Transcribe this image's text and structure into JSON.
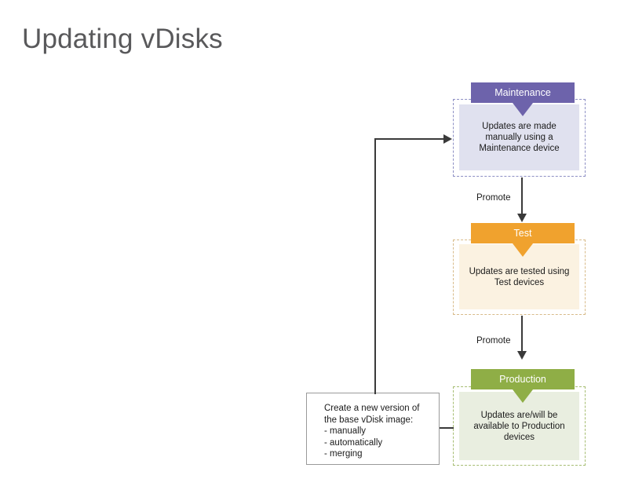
{
  "slide": {
    "title": "Updating vDisks",
    "background": "#ffffff",
    "title_color": "#59595b"
  },
  "stages": [
    {
      "key": "maintenance",
      "banner_label": "Maintenance",
      "banner_color": "#6d63ab",
      "body_color": "#e0e1ef",
      "border_color": "#8d8fc4",
      "body_text": "Updates are made manually using a Maintenance device",
      "body_lines": [
        "Updates are made",
        "manually using a",
        "Maintenance device"
      ]
    },
    {
      "key": "test",
      "banner_label": "Test",
      "banner_color": "#f0a22e",
      "body_color": "#fbf2e1",
      "border_color": "#d8bb8a",
      "body_text": "Updates are tested using Test devices",
      "body_lines": [
        "Updates are tested using",
        "Test devices"
      ]
    },
    {
      "key": "production",
      "banner_label": "Production",
      "banner_color": "#8fae46",
      "body_color": "#e9eee0",
      "border_color": "#a6bd72",
      "body_text": "Updates are/will be available to Production devices",
      "body_lines": [
        "Updates are/will be",
        "available to Production",
        "devices"
      ]
    }
  ],
  "create_box": {
    "heading_line_1": "Create a new version of",
    "heading_line_2": "the base vDisk image:",
    "bullets": [
      "- manually",
      "- automatically",
      "- merging"
    ],
    "border_color": "#9a9a9a",
    "fill_color": "#ffffff"
  },
  "connectors": {
    "promote_label_1": "Promote",
    "promote_label_2": "Promote",
    "line_color": "#3a3a3a"
  }
}
